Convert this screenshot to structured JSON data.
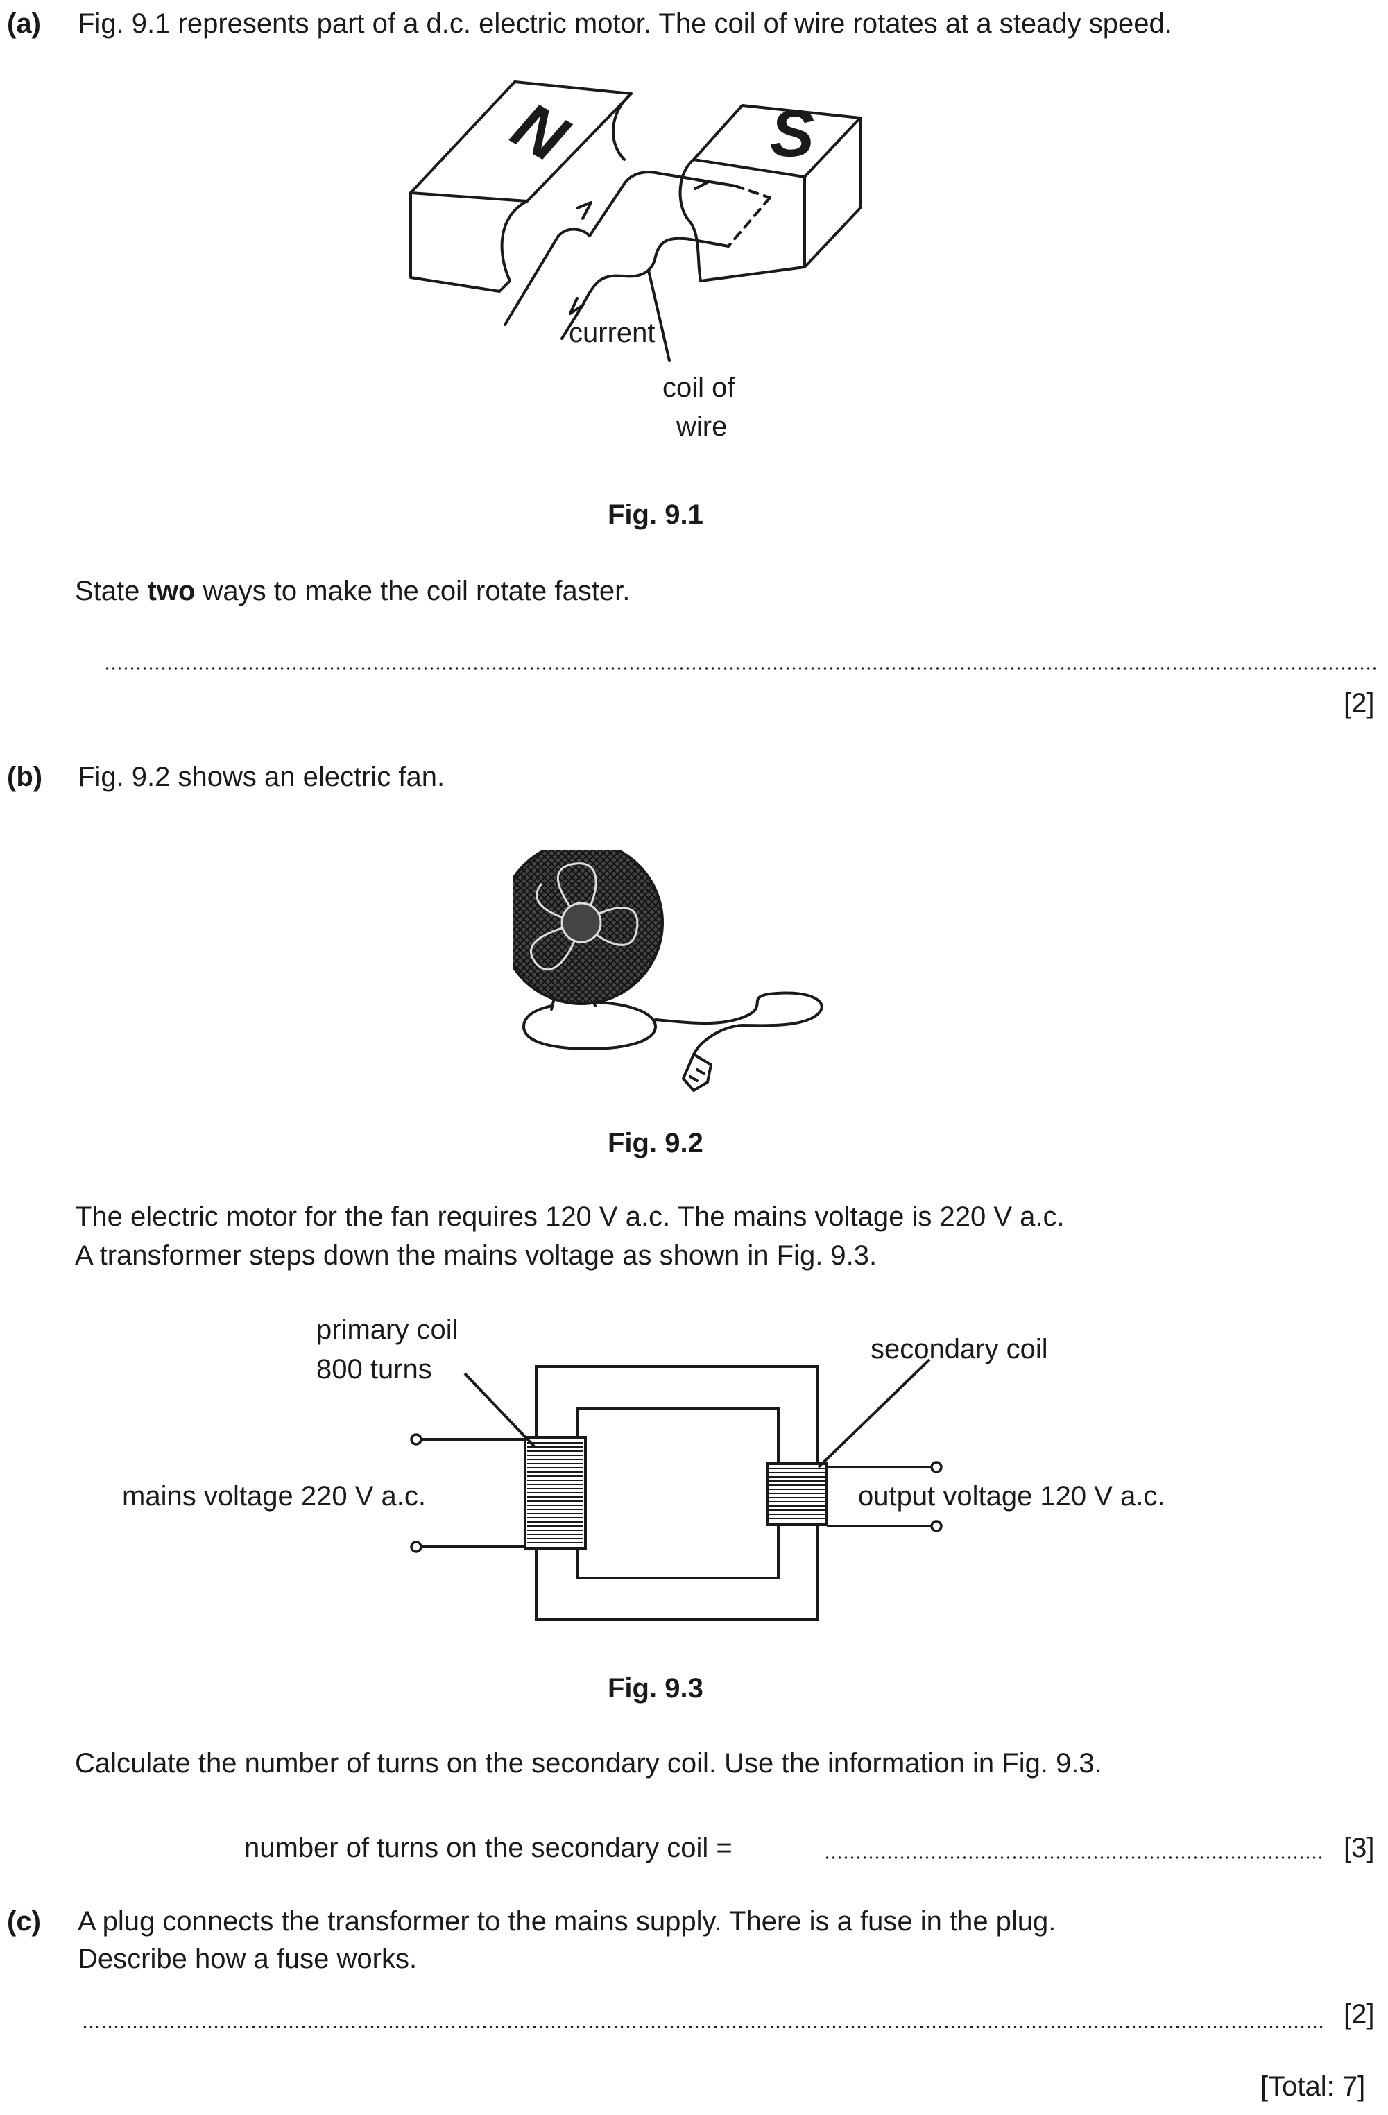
{
  "part_a": {
    "label": "(a)",
    "intro": "Fig. 9.1 represents part of a d.c. electric motor. The coil of wire rotates at a steady speed.",
    "figure": {
      "north_letter": "N",
      "south_letter": "S",
      "current_label": "current",
      "coil_label_line1": "coil of",
      "coil_label_line2": "wire",
      "caption": "Fig. 9.1"
    },
    "question_prefix": "State ",
    "question_bold": "two",
    "question_suffix": " ways to make the coil rotate faster.",
    "marks": "[2]"
  },
  "part_b": {
    "label": "(b)",
    "intro": "Fig. 9.2 shows an electric fan.",
    "fan_caption": "Fig. 9.2",
    "text_line1": "The electric motor for the fan requires 120 V a.c. The mains voltage is 220 V a.c.",
    "text_line2": "A transformer steps down the mains voltage as shown in Fig. 9.3.",
    "transformer": {
      "primary_line1": "primary coil",
      "primary_line2": "800 turns",
      "secondary": "secondary coil",
      "mains_voltage": "mains voltage 220 V a.c.",
      "output_voltage": "output voltage 120 V a.c.",
      "caption": "Fig. 9.3"
    },
    "question": "Calculate the number of turns on the secondary coil. Use the information in Fig. 9.3.",
    "answer_label": "number of turns on the secondary coil =",
    "marks": "[3]"
  },
  "part_c": {
    "label": "(c)",
    "text_line1": "A plug connects the transformer to the mains supply. There is a fuse in the plug.",
    "text_line2": "Describe how a fuse works.",
    "marks": "[2]"
  },
  "total": "[Total: 7]"
}
